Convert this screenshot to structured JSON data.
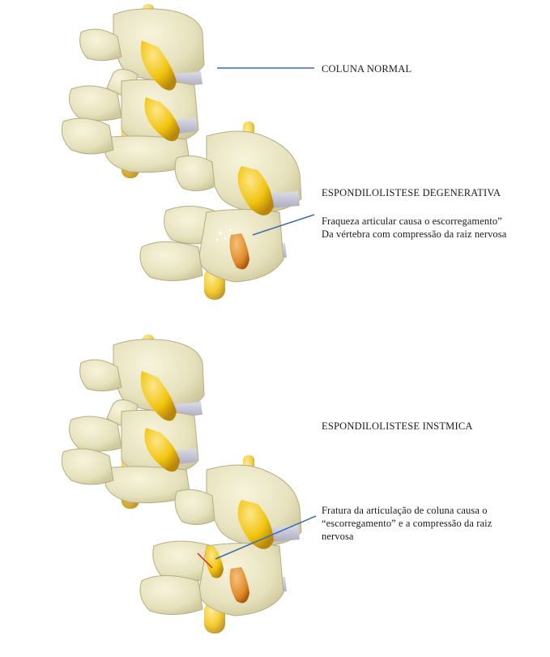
{
  "labels": {
    "normal": "COLUNA NORMAL",
    "degenerative_title": "ESPONDILOLISTESE DEGENERATIVA",
    "degenerative_desc_line1": "Fraqueza articular causa o escorregamento”",
    "degenerative_desc_line2": "Da vértebra com compressão da raiz nervosa",
    "isthmic_title": "ESPONDILOLISTESE INSTMICA",
    "isthmic_desc_line1": "Fratura da articulação de coluna causa o",
    "isthmic_desc_line2": "“escorregamento” e a compressão da raiz",
    "isthmic_desc_line3": "nervosa"
  },
  "colors": {
    "bone": "#ece8c8",
    "bone_shadow": "#d4cfa6",
    "bone_outline": "#a9a47f",
    "disc": "#c9c9d8",
    "nerve": "#f1c40f",
    "nerve_shadow": "#c9960c",
    "compressed_nerve": "#e08a2a",
    "leader_line": "#3a6fa8",
    "fracture_mark": "#d62a1a"
  }
}
